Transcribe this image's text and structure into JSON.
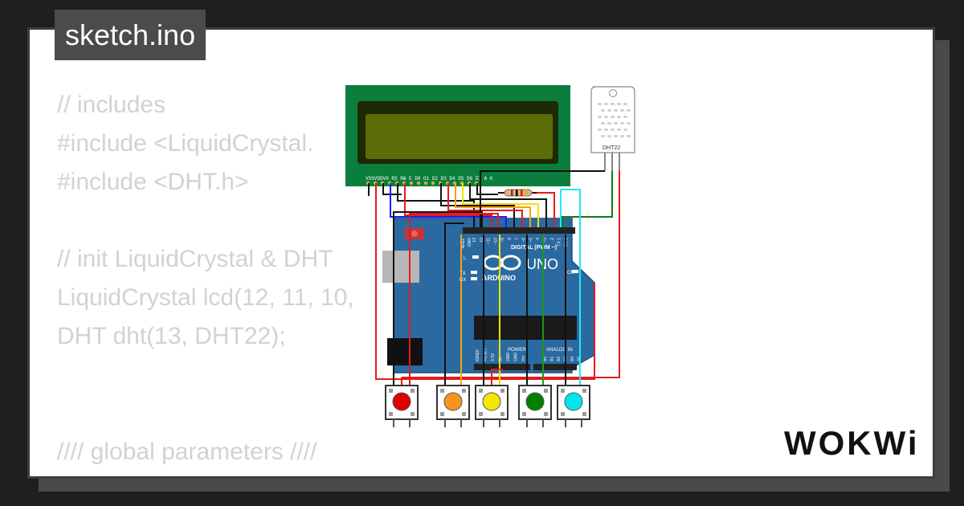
{
  "title": "sketch.ino",
  "code_lines": [
    "// includes",
    "#include <LiquidCrystal.",
    "#include <DHT.h>",
    "",
    "// init LiquidCrystal & DHT",
    "LiquidCrystal lcd(12, 11, 10,",
    "DHT dht(13, DHT22);",
    "",
    "",
    "//// global parameters ////"
  ],
  "logo": "WOKWi",
  "diagram": {
    "lcd_pin_labels": "VSSVDDV0 RS RW E  D0 D1 D2 D3 D4 D5 D6 D7  A  K",
    "sensor_label": "DHT22",
    "board": {
      "brand": "ARDUINO",
      "model": "UNO",
      "digital_label": "DIGITAL (PWM ~)",
      "power_label": "POWER",
      "analog_label": "ANALOG IN",
      "aref_label": "AREF",
      "gnd_label": "GND",
      "digital_pins": [
        "13",
        "12",
        "~11",
        "~10",
        "~9",
        "8",
        "7",
        "~6",
        "~5",
        "4",
        "~3",
        "2",
        "TX 1",
        "RX 0"
      ],
      "power_pins": [
        "IOREF",
        "RESET",
        "3.3V",
        "5V",
        "GND",
        "GND",
        "Vin"
      ],
      "analog_pins": [
        "A0",
        "A1",
        "A2",
        "A3",
        "A4",
        "A5"
      ],
      "tx_label": "TX",
      "rx_label": "RX",
      "l_label": "L",
      "on_label": "ON"
    },
    "buttons": [
      {
        "name": "red",
        "color": "#e00000"
      },
      {
        "name": "orange",
        "color": "#f7941d"
      },
      {
        "name": "yellow",
        "color": "#f4e800"
      },
      {
        "name": "green",
        "color": "#008000"
      },
      {
        "name": "cyan",
        "color": "#00e5ee"
      }
    ],
    "colors": {
      "lcd_board": "#0b7d3c",
      "lcd_screen": "#5d6c07",
      "arduino": "#2b6aa0",
      "wire_red": "#e41b1b",
      "wire_blue": "#1a1aff",
      "wire_black": "#111111",
      "wire_green": "#1a9a1a",
      "wire_orange": "#f7a11a",
      "wire_yellow": "#f0e000",
      "wire_cyan": "#26e6f0",
      "wire_dgreen": "#117a11"
    }
  }
}
